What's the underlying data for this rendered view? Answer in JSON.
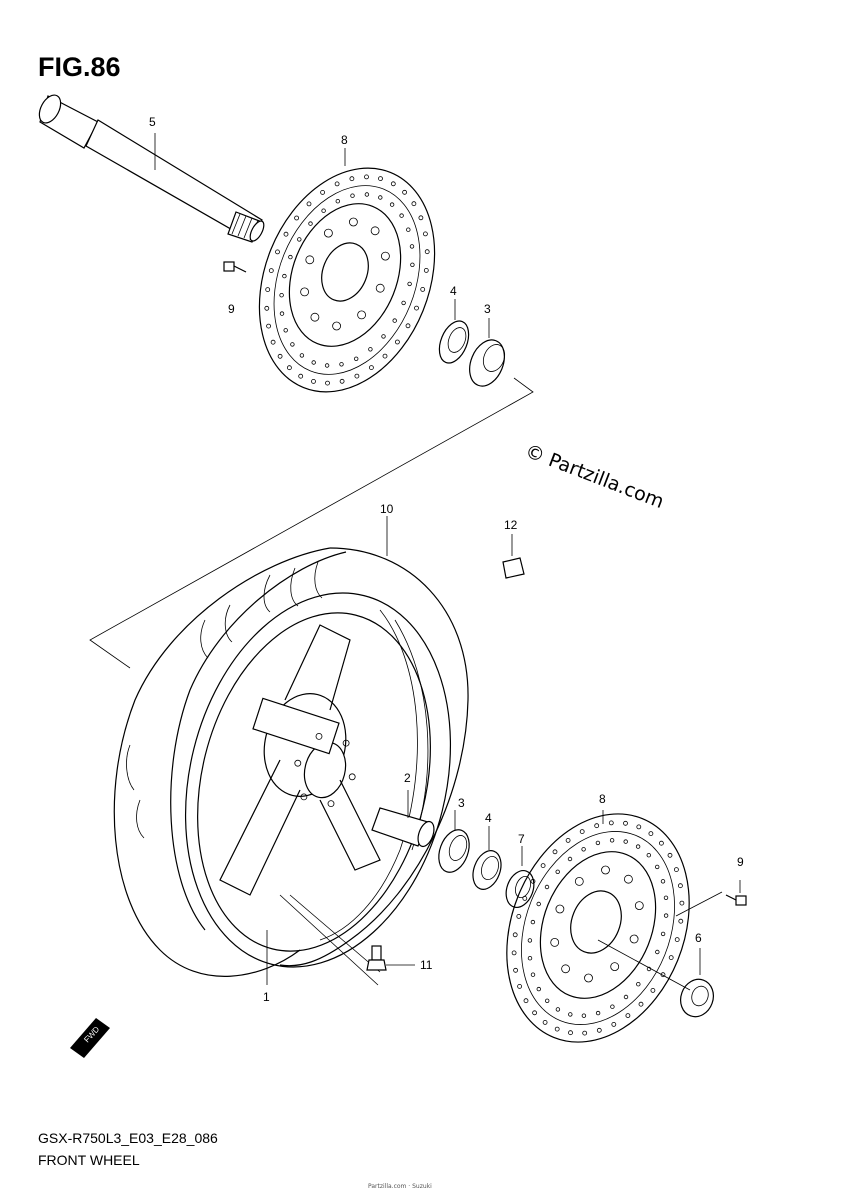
{
  "figure": {
    "title": "FIG.86",
    "watermark": "© Partzilla.com",
    "model_code": "GSX-R750L3_E03_E28_086",
    "section_name": "FRONT WHEEL",
    "fine_print": "Partzilla.com · Suzuki",
    "fwd_badge": "FWD"
  },
  "callouts": [
    {
      "id": "c5",
      "label": "5"
    },
    {
      "id": "c8a",
      "label": "8"
    },
    {
      "id": "c9a",
      "label": "9"
    },
    {
      "id": "c4a",
      "label": "4"
    },
    {
      "id": "c3a",
      "label": "3"
    },
    {
      "id": "c10",
      "label": "10"
    },
    {
      "id": "c12",
      "label": "12"
    },
    {
      "id": "c2",
      "label": "2"
    },
    {
      "id": "c3b",
      "label": "3"
    },
    {
      "id": "c4b",
      "label": "4"
    },
    {
      "id": "c7",
      "label": "7"
    },
    {
      "id": "c8b",
      "label": "8"
    },
    {
      "id": "c9b",
      "label": "9"
    },
    {
      "id": "c6",
      "label": "6"
    },
    {
      "id": "c11",
      "label": "11"
    },
    {
      "id": "c1",
      "label": "1"
    }
  ]
}
